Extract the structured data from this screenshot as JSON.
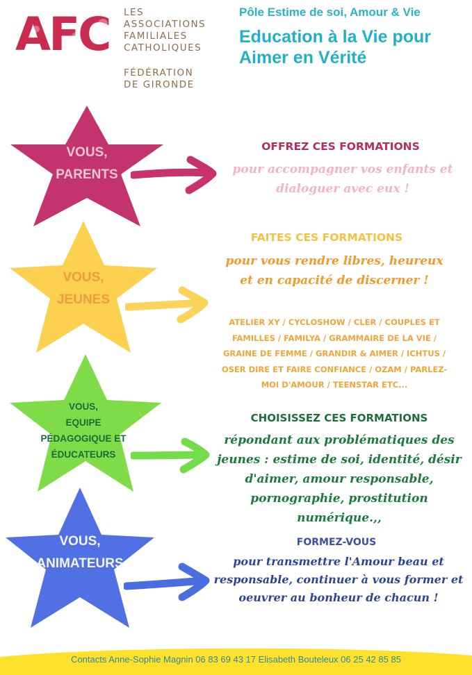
{
  "header": {
    "logo_letters": "AFC",
    "assoc_lines": [
      "LES",
      "ASSOCIATIONS",
      "FAMILIALES",
      "CATHOLIQUES"
    ],
    "federation_lines": [
      "FÉDÉRATION",
      "DE GIRONDE"
    ],
    "pole": "Pôle Estime de soi, Amour & Vie",
    "headline_lines": [
      "Education à la Vie pour",
      "Aimer en Vérité"
    ]
  },
  "sections": [
    {
      "star_color": "#c4346c",
      "arrow_color": "#c8336a",
      "label_lines": [
        "VOUS,",
        "PARENTS"
      ],
      "title": "OFFREZ CES FORMATIONS",
      "body_lines": [
        "pour accompagner vos enfants et",
        "dialoguer avec eux !"
      ]
    },
    {
      "star_color": "#fbd14f",
      "arrow_color": "#fbd25a",
      "label_lines": [
        "VOUS,",
        "JEUNES"
      ],
      "title": "FAITES CES FORMATIONS",
      "body_lines": [
        "pour vous rendre libres, heureux",
        "et en capacité de discerner !"
      ],
      "list_lines": [
        "ATELIER XY / CYCLOSHOW / CLER / COUPLES ET",
        "FAMILLES / FAMILYA / GRAMMAIRE DE LA VIE /",
        "GRAINE DE FEMME / GRANDIR & AIMER / ICHTUS /",
        "OSER DIRE ET FAIRE CONFIANCE / OZAM / PARLEZ-",
        "MOI D'AMOUR / TEENSTAR ETC..."
      ]
    },
    {
      "star_color": "#7fdc48",
      "arrow_color": "#74dc4a",
      "label_lines": [
        "VOUS,",
        "EQUIPE",
        "PÉDAGOGIQUE ET",
        "ÉDUCATEURS"
      ],
      "title": "CHOISISSEZ CES FORMATIONS",
      "body_lines": [
        "répondant aux problématiques des",
        "jeunes : estime de soi, identité, désir",
        "d'aimer, amour responsable,",
        "pornographie, prostitution numérique.,,"
      ]
    },
    {
      "star_color": "#5170e3",
      "arrow_color": "#4a6ee0",
      "label_lines": [
        "VOUS,",
        "ANIMATEURS"
      ],
      "title": "FORMEZ-VOUS",
      "body_lines": [
        "pour transmettre l'Amour beau et",
        "responsable, continuer à vous former et",
        "oeuvrer au bonheur de chacun !"
      ]
    }
  ],
  "footer": {
    "text": "Contacts Anne-Sophie Magnin 06 83 69 43 17   Elisabeth Bouteleux   06 25 42 85 85",
    "color": "#fde12c"
  }
}
